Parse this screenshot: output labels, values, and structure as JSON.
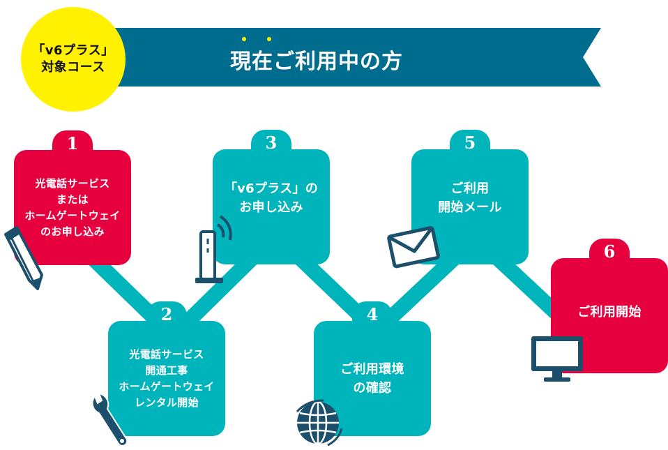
{
  "badge": {
    "line1": "「v6プラス」",
    "line2": "対象コース"
  },
  "banner": {
    "title": "現在ご利用中の方",
    "color": "#006c8e"
  },
  "colors": {
    "red": "#e6003e",
    "teal": "#00b4bc",
    "yellow": "#fff100",
    "navy": "#1b4f6b"
  },
  "steps": [
    {
      "number": "1",
      "lines": [
        "光電話サービス",
        "または",
        "ホームゲートウェイ",
        "のお申し込み"
      ],
      "color": "red",
      "icon": "pencil-icon"
    },
    {
      "number": "2",
      "lines": [
        "光電話サービス",
        "開通工事",
        "ホームゲートウェイ",
        "レンタル開始"
      ],
      "color": "teal",
      "icon": "wrench-icon"
    },
    {
      "number": "3",
      "lines": [
        "「v6プラス」の",
        "お申し込み"
      ],
      "color": "teal",
      "icon": "router-icon"
    },
    {
      "number": "4",
      "lines": [
        "ご利用環境",
        "の確認"
      ],
      "color": "teal",
      "icon": "globe-icon"
    },
    {
      "number": "5",
      "lines": [
        "ご利用",
        "開始メール"
      ],
      "color": "teal",
      "icon": "envelope-icon"
    },
    {
      "number": "6",
      "lines": [
        "ご利用開始"
      ],
      "color": "red",
      "icon": "monitor-icon"
    }
  ]
}
